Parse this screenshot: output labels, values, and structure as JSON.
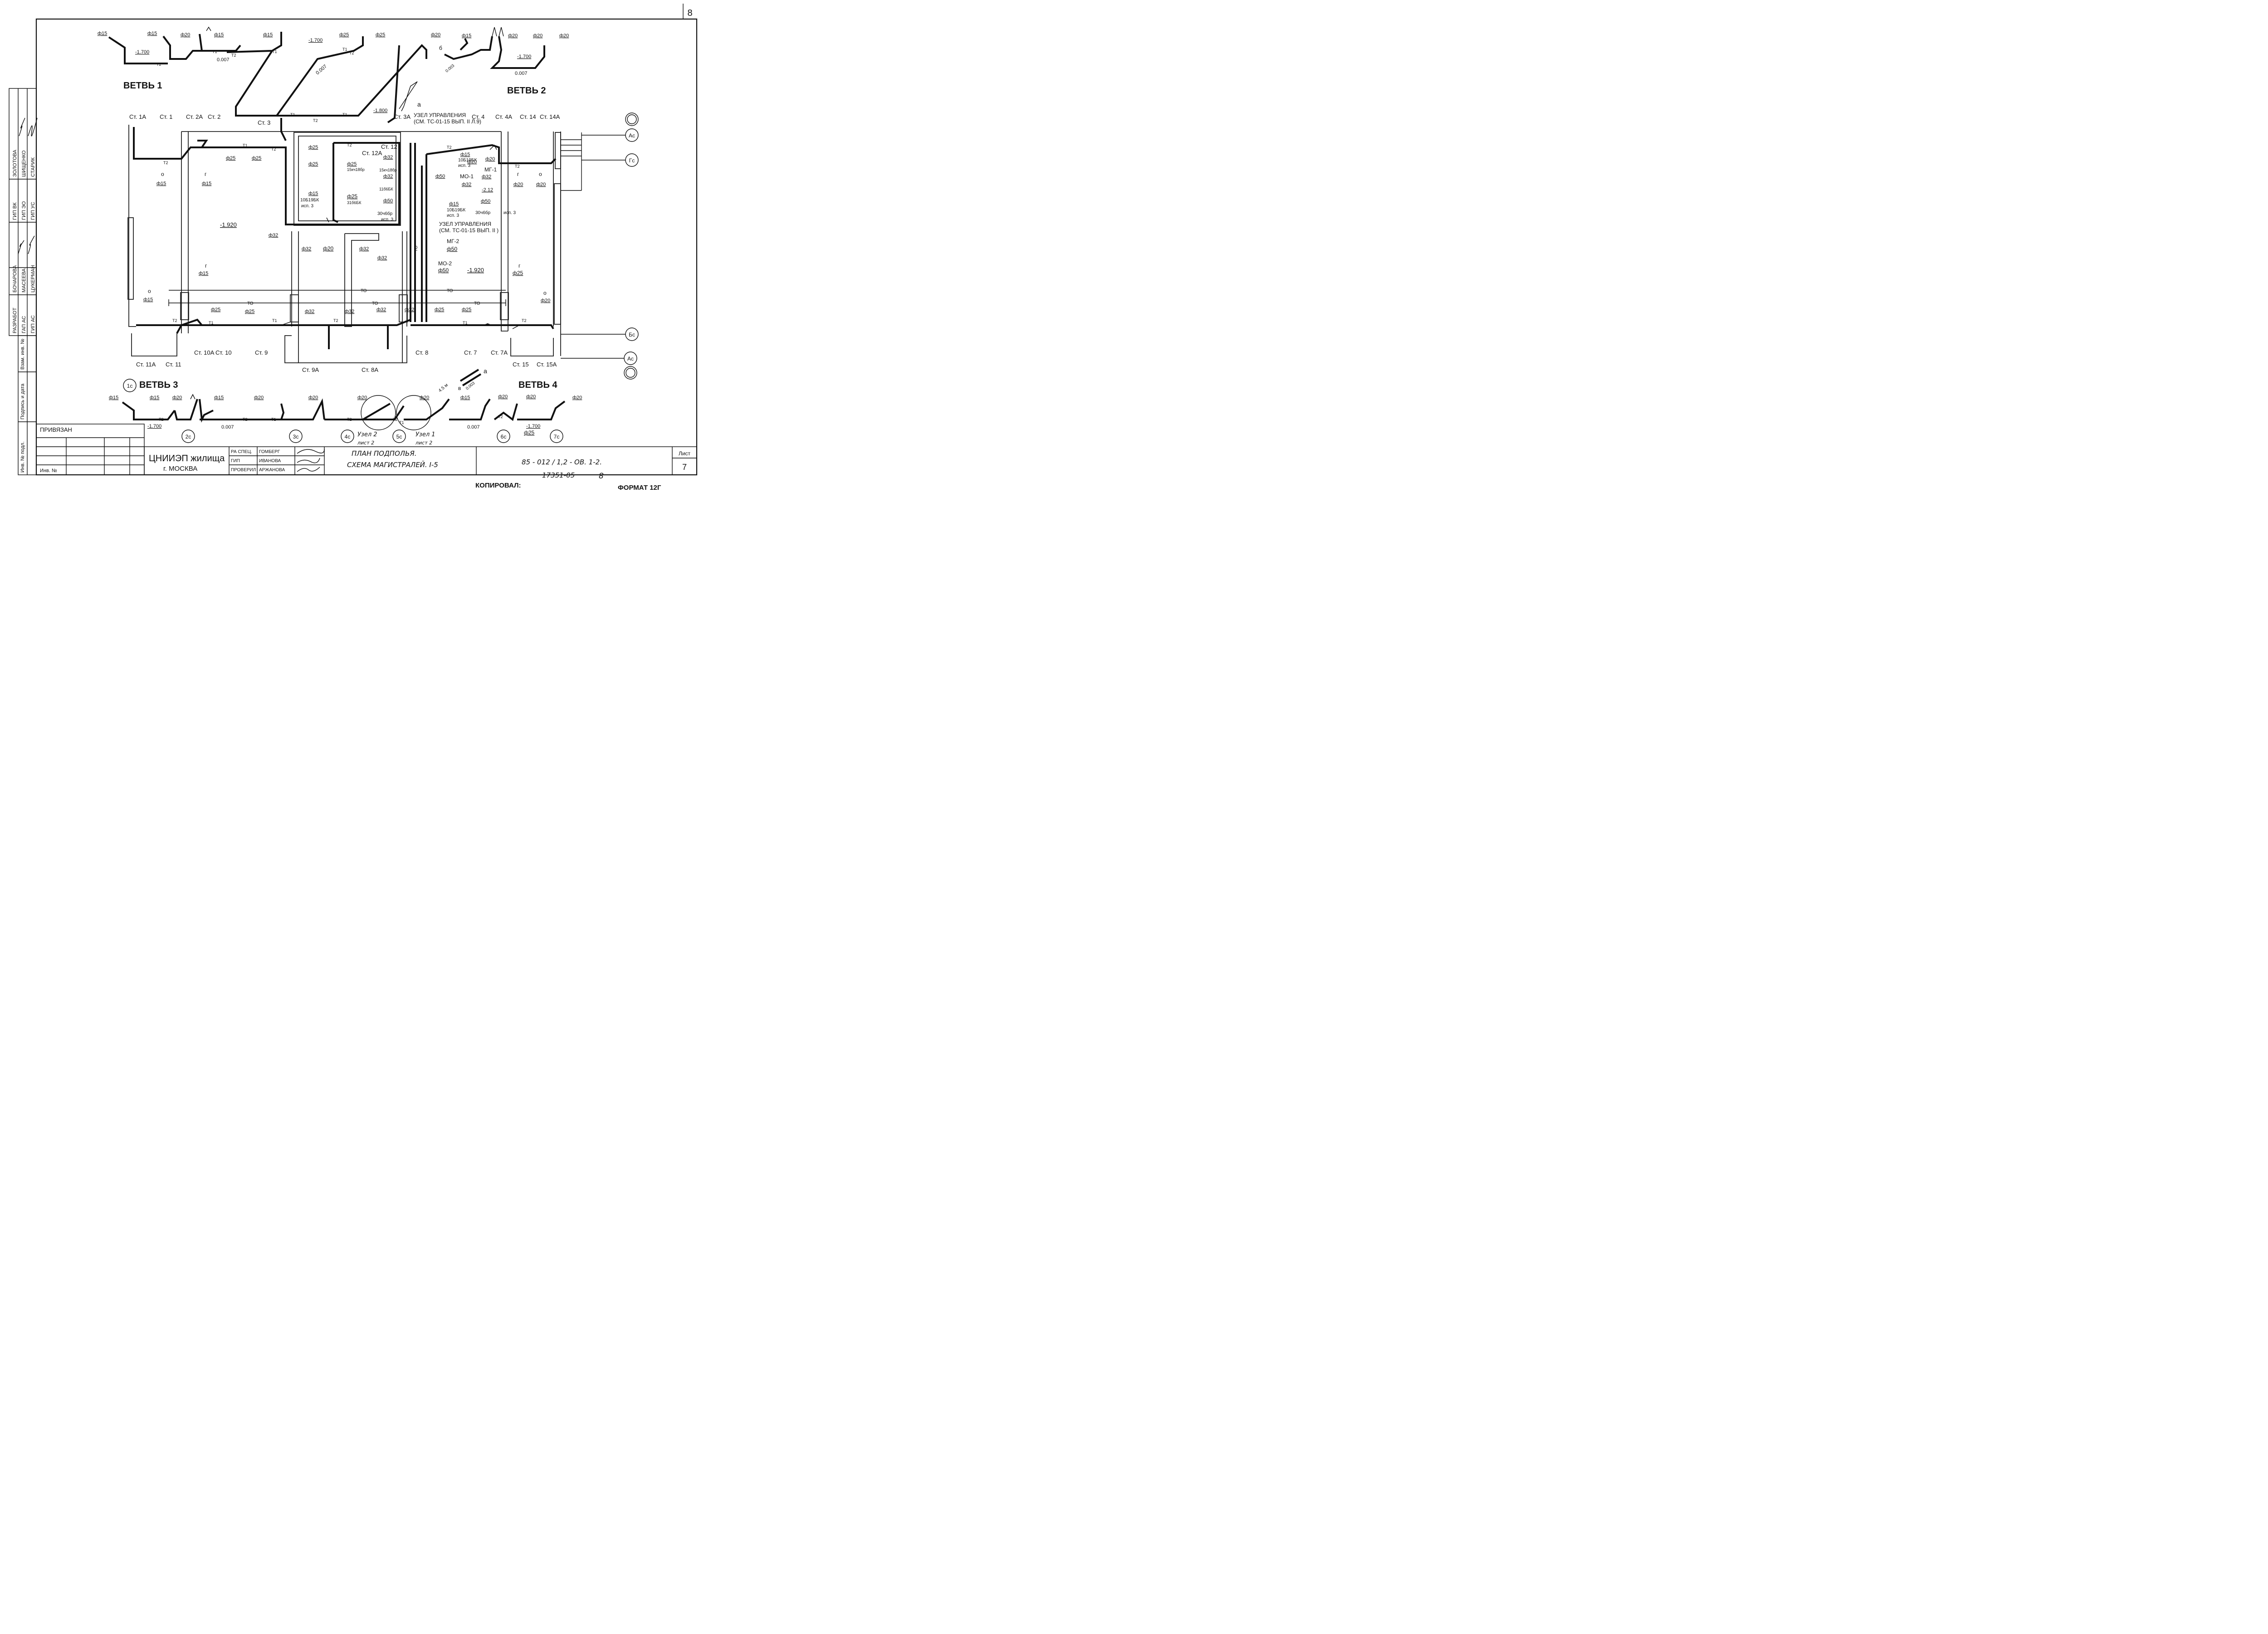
{
  "sheet": {
    "page_number": "8",
    "sheet_label": "Лист",
    "sheet_number": "7",
    "format": "ФОРМАТ 12Г",
    "copied_label": "КОПИРОВАЛ:",
    "copied_code": "17351-05",
    "copied_num": "8"
  },
  "title_block": {
    "org_line1": "ЦНИИЭП жилища",
    "org_line2": "г. МОСКВА",
    "title_line1": "ПЛАН ПОДПОЛЬЯ.",
    "title_line2": "СХЕМА МАГИСТРАЛЕЙ. I-5",
    "code": "85 - 012 / 1,2 - ОВ. 1-2.",
    "roles": [
      "РА СПЕЦ.",
      "ГИП",
      "ПРОВЕРИЛ"
    ],
    "names": [
      "ГОМБЕРГ",
      "ИВАНОВА",
      "АРЖАНОВА"
    ],
    "bound_label": "ПРИВЯЗАН",
    "inv_label": "Инв. №"
  },
  "left_strip": {
    "labels": [
      "Инв. № подл.",
      "Подпись и дата",
      "Взам. инв. №"
    ],
    "roles": [
      "РАЗРАБОТ",
      "ГАП АС",
      "ГИП АС",
      "ГИП ВК",
      "ГИП ЭО",
      "ГИП УС"
    ],
    "names": [
      "БОЧАРОВА",
      "МАСЕЕВА",
      "ЦУКЕРМАН",
      "ЗОЛОТОВА",
      "ШИЩЕНКО",
      "СТАРИК"
    ]
  },
  "branches": [
    "ВЕТВЬ 1",
    "ВЕТВЬ 2",
    "ВЕТВЬ 3",
    "ВЕТВЬ 4"
  ],
  "risers": {
    "top": [
      "Ст. 1А",
      "Ст. 1",
      "Ст. 2А",
      "Ст. 2",
      "Ст. 3",
      "Ст. 3А",
      "Ст. 4",
      "Ст. 4А",
      "Ст. 14",
      "Ст. 14А",
      "Ст. 12А",
      "Ст. 12"
    ],
    "bottom": [
      "Ст. 11А",
      "Ст. 11",
      "Ст. 10А",
      "Ст. 10",
      "Ст. 9",
      "Ст. 9А",
      "Ст. 8А",
      "Ст. 8",
      "Ст. 7",
      "Ст. 7А",
      "Ст. 15",
      "Ст. 15А"
    ]
  },
  "axes": [
    "Ac",
    "Гс",
    "Бс",
    "Ac",
    "1c",
    "2c",
    "3c",
    "4c",
    "5c",
    "6c",
    "7c"
  ],
  "nodes": {
    "uzel1_line1": "УЗЕЛ УПРАВЛЕНИЯ",
    "uzel1_line2": "(СМ. ТС-01-15 ВЫП. II Л.9)",
    "uzel2_line1": "УЗЕЛ УПРАВЛЕНИЯ",
    "uzel2_line2": "(СМ. ТС-01-15 ВЫП. II )",
    "mg1": "МГ-1",
    "mo1": "МО-1",
    "mg2": "МГ-2",
    "mo2": "МО-2",
    "node2": "Узел 2",
    "node1": "Узел 1",
    "sheet2": "лист 2",
    "letter_a": "а",
    "letter_b": "б",
    "letter_v": "в"
  },
  "pipes": {
    "t1": "Т1",
    "t2": "Т2",
    "t0": "ТО",
    "g": "г",
    "o": "о",
    "slope": "0.007",
    "slope2": "0.003",
    "lvl_1700": "-1.700",
    "lvl_1800": "-1.800",
    "lvl_1920": "-1.920",
    "lvl_212": "-2.12",
    "len_45": "4.5 м",
    "phi": "φ"
  },
  "diameters": {
    "d15": "ф15",
    "d20": "ф20",
    "d25": "ф25",
    "d32": "ф32",
    "d50": "ф50"
  },
  "valves": {
    "v1": "10Б19БК",
    "v2": "15кч18бр",
    "v3": "15кч18бр",
    "v4": "31б6БК",
    "v5": "30ч6бр",
    "v6": "11б6БК",
    "isp3": "исп. 3"
  }
}
